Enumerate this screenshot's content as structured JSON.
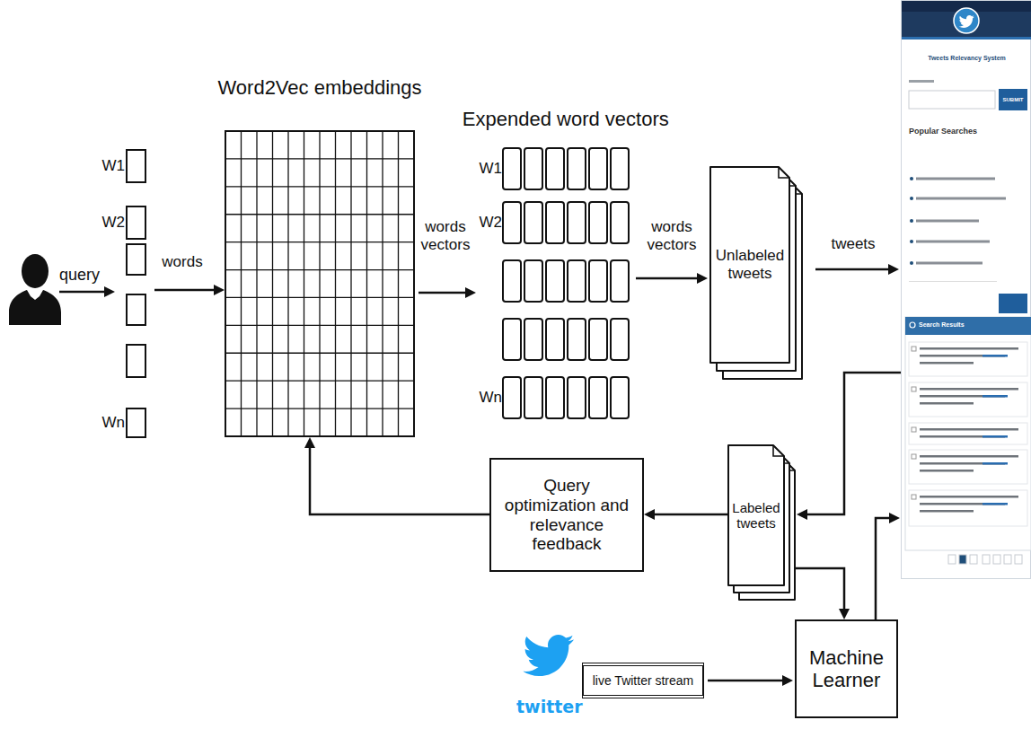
{
  "diagram": {
    "nodes": [
      {
        "text": [
          "W1",
          "W2",
          "Wn"
        ]
      },
      {
        "text": [
          "Word2Vec embeddings"
        ]
      },
      {
        "text": [
          "Expended word vectors",
          "W1",
          "W2",
          "Wn"
        ]
      },
      {
        "text": [
          "Unlabeled tweets"
        ]
      },
      {
        "text": [
          "Tweets Relevancy System",
          "SUBMIT",
          "Popular Searches",
          "Search Results"
        ]
      },
      {
        "text": [
          "Labeled tweets"
        ]
      },
      {
        "text": [
          "Query optimization and relevance feedback"
        ]
      },
      {
        "text": [
          "Machine Learner"
        ]
      },
      {
        "text": [
          "live Twitter stream"
        ]
      }
    ],
    "edges": [
      {
        "from": 0,
        "to": 1,
        "label": "words",
        "arrow": "to"
      },
      {
        "from": 1,
        "to": 2,
        "label": "words vectors",
        "arrow": "to"
      },
      {
        "from": 2,
        "to": 3,
        "label": "words vectors",
        "arrow": "to"
      },
      {
        "from": 3,
        "to": 4,
        "label": "tweets",
        "arrow": "to"
      },
      {
        "from": 4,
        "to": 5,
        "arrow": "to"
      },
      {
        "from": 5,
        "to": 6,
        "arrow": "to"
      },
      {
        "from": 6,
        "to": 1,
        "arrow": "to"
      },
      {
        "from": 5,
        "to": 7,
        "arrow": "to"
      },
      {
        "from": 8,
        "to": 7,
        "arrow": "to"
      },
      {
        "from": 7,
        "to": 4,
        "arrow": "to"
      }
    ],
    "labels": [
      "query",
      "twitter"
    ]
  }
}
